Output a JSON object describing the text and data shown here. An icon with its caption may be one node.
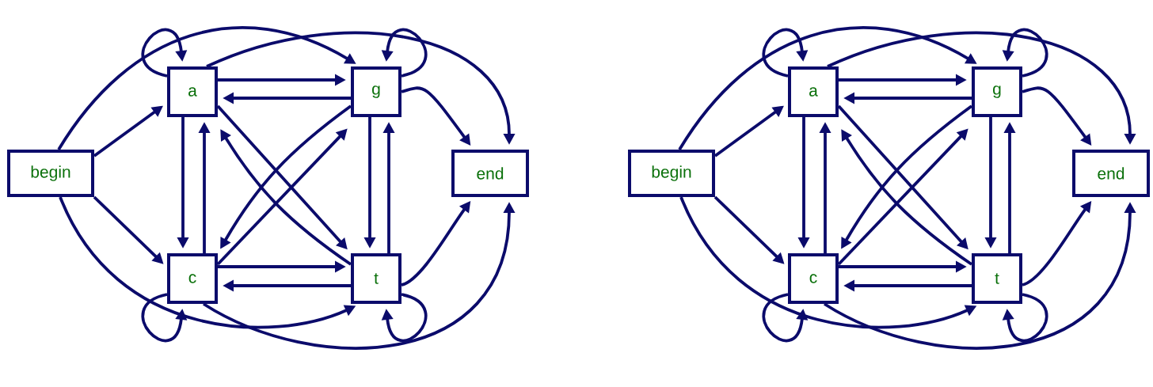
{
  "diagram": {
    "nodes": [
      {
        "text": [
          "begin"
        ]
      },
      {
        "text": [
          "a"
        ]
      },
      {
        "text": [
          "g"
        ]
      },
      {
        "text": [
          "c"
        ]
      },
      {
        "text": [
          "t"
        ]
      },
      {
        "text": [
          "end"
        ]
      },
      {
        "text": [
          "begin"
        ]
      },
      {
        "text": [
          "a"
        ]
      },
      {
        "text": [
          "g"
        ]
      },
      {
        "text": [
          "c"
        ]
      },
      {
        "text": [
          "t"
        ]
      },
      {
        "text": [
          "end"
        ]
      }
    ],
    "edges": [
      {
        "from": 0,
        "to": 1,
        "arrow": "to"
      },
      {
        "from": 0,
        "to": 3,
        "arrow": "to"
      },
      {
        "from": 0,
        "to": 2,
        "arrow": "to"
      },
      {
        "from": 0,
        "to": 4,
        "arrow": "to"
      },
      {
        "from": 1,
        "to": 5,
        "arrow": "to"
      },
      {
        "from": 3,
        "to": 5,
        "arrow": "to"
      },
      {
        "from": 1,
        "to": 1,
        "arrow": "to"
      },
      {
        "from": 2,
        "to": 2,
        "arrow": "to"
      },
      {
        "from": 3,
        "to": 3,
        "arrow": "to"
      },
      {
        "from": 4,
        "to": 4,
        "arrow": "to"
      },
      {
        "from": 1,
        "to": 2,
        "arrow": "to"
      },
      {
        "from": 2,
        "to": 1,
        "arrow": "to"
      },
      {
        "from": 3,
        "to": 4,
        "arrow": "to"
      },
      {
        "from": 4,
        "to": 3,
        "arrow": "to"
      },
      {
        "from": 1,
        "to": 3,
        "arrow": "to"
      },
      {
        "from": 3,
        "to": 1,
        "arrow": "to"
      },
      {
        "from": 2,
        "to": 4,
        "arrow": "to"
      },
      {
        "from": 4,
        "to": 2,
        "arrow": "to"
      },
      {
        "from": 1,
        "to": 4,
        "arrow": "to"
      },
      {
        "from": 4,
        "to": 1,
        "arrow": "to"
      },
      {
        "from": 2,
        "to": 3,
        "arrow": "to"
      },
      {
        "from": 3,
        "to": 2,
        "arrow": "to"
      },
      {
        "from": 2,
        "to": 5,
        "arrow": "to"
      },
      {
        "from": 4,
        "to": 5,
        "arrow": "to"
      },
      {
        "from": 6,
        "to": 7,
        "arrow": "to"
      },
      {
        "from": 6,
        "to": 9,
        "arrow": "to"
      },
      {
        "from": 6,
        "to": 8,
        "arrow": "to"
      },
      {
        "from": 6,
        "to": 10,
        "arrow": "to"
      },
      {
        "from": 7,
        "to": 11,
        "arrow": "to"
      },
      {
        "from": 9,
        "to": 11,
        "arrow": "to"
      },
      {
        "from": 7,
        "to": 7,
        "arrow": "to"
      },
      {
        "from": 8,
        "to": 8,
        "arrow": "to"
      },
      {
        "from": 9,
        "to": 9,
        "arrow": "to"
      },
      {
        "from": 10,
        "to": 10,
        "arrow": "to"
      },
      {
        "from": 7,
        "to": 8,
        "arrow": "to"
      },
      {
        "from": 8,
        "to": 7,
        "arrow": "to"
      },
      {
        "from": 9,
        "to": 10,
        "arrow": "to"
      },
      {
        "from": 10,
        "to": 9,
        "arrow": "to"
      },
      {
        "from": 7,
        "to": 9,
        "arrow": "to"
      },
      {
        "from": 9,
        "to": 7,
        "arrow": "to"
      },
      {
        "from": 8,
        "to": 10,
        "arrow": "to"
      },
      {
        "from": 10,
        "to": 8,
        "arrow": "to"
      },
      {
        "from": 7,
        "to": 10,
        "arrow": "to"
      },
      {
        "from": 10,
        "to": 7,
        "arrow": "to"
      },
      {
        "from": 8,
        "to": 9,
        "arrow": "to"
      },
      {
        "from": 9,
        "to": 8,
        "arrow": "to"
      },
      {
        "from": 8,
        "to": 11,
        "arrow": "to"
      },
      {
        "from": 10,
        "to": 11,
        "arrow": "to"
      }
    ]
  }
}
